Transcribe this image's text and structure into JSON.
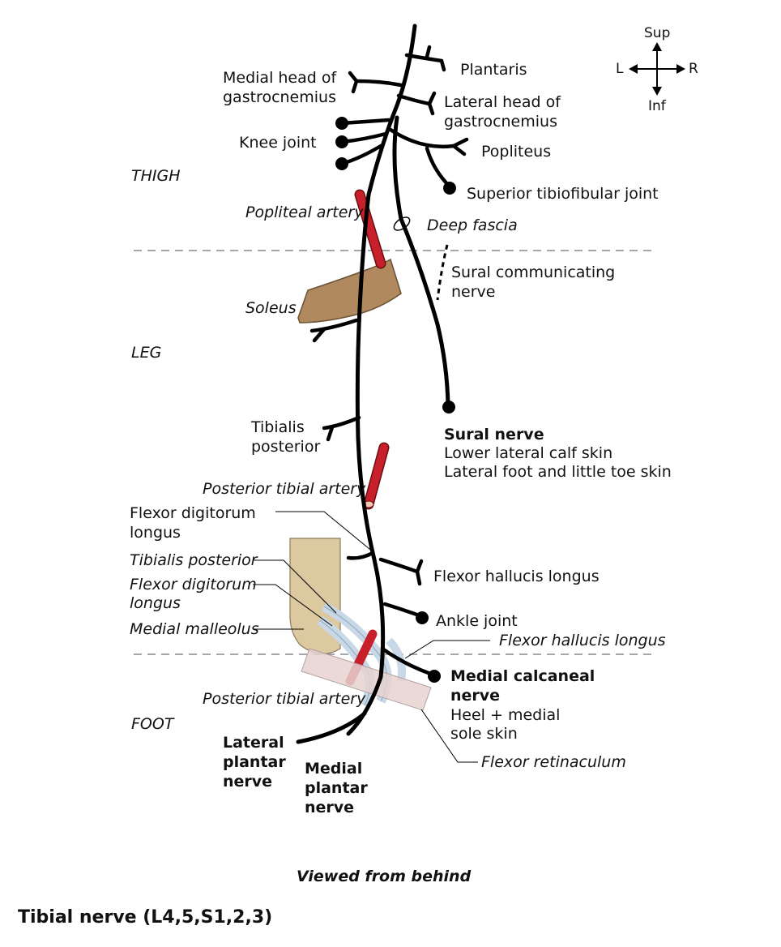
{
  "orientation": {
    "sup": "Sup",
    "inf": "Inf",
    "left": "L",
    "right": "R"
  },
  "regions": {
    "thigh": "THIGH",
    "leg": "LEG",
    "foot": "FOOT"
  },
  "labels": {
    "plantaris": "Plantaris",
    "medial_head_gastroc_1": "Medial head of",
    "medial_head_gastroc_2": "gastrocnemius",
    "lateral_head_gastroc_1": "Lateral head of",
    "lateral_head_gastroc_2": "gastrocnemius",
    "knee_joint": "Knee joint",
    "popliteus": "Popliteus",
    "superior_tibiofibular_joint": "Superior tibiofibular joint",
    "popliteal_artery": "Popliteal artery",
    "deep_fascia": "Deep fascia",
    "sural_communicating_1": "Sural communicating",
    "sural_communicating_2": "nerve",
    "soleus": "Soleus",
    "sural_nerve_title": "Sural nerve",
    "sural_nerve_line1": "Lower lateral calf skin",
    "sural_nerve_line2": "Lateral foot and little toe skin",
    "tibialis_posterior_1": "Tibialis",
    "tibialis_posterior_2": "posterior",
    "posterior_tibial_artery_leg": "Posterior tibial artery",
    "flexor_digitorum_longus_1": "Flexor digitorum",
    "flexor_digitorum_longus_2": "longus",
    "tendon_tibialis_posterior": "Tibialis posterior",
    "tendon_fdl_1": "Flexor digitorum",
    "tendon_fdl_2": "longus",
    "medial_malleolus": "Medial malleolus",
    "flexor_hallucis_longus": "Flexor hallucis longus",
    "ankle_joint": "Ankle joint",
    "tendon_fhl": "Flexor hallucis longus",
    "medial_calcaneal_1": "Medial calcaneal",
    "medial_calcaneal_2": "nerve",
    "medial_calcaneal_3": "Heel + medial",
    "medial_calcaneal_4": "sole skin",
    "posterior_tibial_artery_foot": "Posterior tibial artery",
    "lateral_plantar_1": "Lateral",
    "lateral_plantar_2": "plantar",
    "lateral_plantar_3": "nerve",
    "medial_plantar_1": "Medial",
    "medial_plantar_2": "plantar",
    "medial_plantar_3": "nerve",
    "flexor_retinaculum": "Flexor retinaculum"
  },
  "view_caption": "Viewed from behind",
  "figure_title": "Tibial nerve (L4,5,S1,2,3)",
  "colors": {
    "nerve": "#000000",
    "artery": "#c8202a",
    "soleus": "#b08a5e",
    "malleolus": "#ddc9a0",
    "tendon": "#c9d8e6",
    "retinaculum": "#e6d2d0",
    "dashed_line": "#888888"
  }
}
